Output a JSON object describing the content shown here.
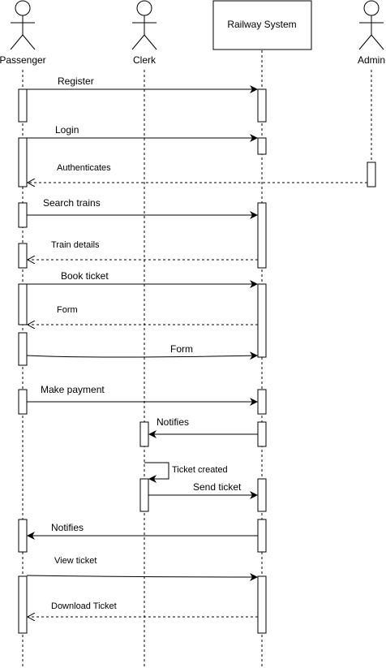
{
  "participants": [
    {
      "id": "passenger",
      "label": "Passenger",
      "kind": "actor"
    },
    {
      "id": "clerk",
      "label": "Clerk",
      "kind": "actor"
    },
    {
      "id": "system",
      "label": "Railway System",
      "kind": "box"
    },
    {
      "id": "admin",
      "label": "Admin",
      "kind": "actor"
    }
  ],
  "messages": [
    {
      "id": "register",
      "label": "Register",
      "from": "passenger",
      "to": "system",
      "style": "sync"
    },
    {
      "id": "login",
      "label": "Login",
      "from": "passenger",
      "to": "system",
      "style": "sync"
    },
    {
      "id": "authenticates",
      "label": "Authenticates",
      "from": "admin",
      "to": "passenger",
      "style": "reply"
    },
    {
      "id": "search-trains",
      "label": "Search trains",
      "from": "passenger",
      "to": "system",
      "style": "sync"
    },
    {
      "id": "train-details",
      "label": "Train details",
      "from": "system",
      "to": "passenger",
      "style": "reply"
    },
    {
      "id": "book-ticket",
      "label": "Book ticket",
      "from": "passenger",
      "to": "system",
      "style": "sync"
    },
    {
      "id": "form-reply",
      "label": "Form",
      "from": "system",
      "to": "passenger",
      "style": "reply"
    },
    {
      "id": "form-submit",
      "label": "Form",
      "from": "passenger",
      "to": "system",
      "style": "sync"
    },
    {
      "id": "make-payment",
      "label": "Make payment",
      "from": "passenger",
      "to": "system",
      "style": "sync"
    },
    {
      "id": "notifies-clerk",
      "label": "Notifies",
      "from": "system",
      "to": "clerk",
      "style": "sync"
    },
    {
      "id": "ticket-created",
      "label": "Ticket created",
      "from": "clerk",
      "to": "clerk",
      "style": "self"
    },
    {
      "id": "send-ticket",
      "label": "Send ticket",
      "from": "clerk",
      "to": "system",
      "style": "sync"
    },
    {
      "id": "notifies-passenger",
      "label": "Notifies",
      "from": "system",
      "to": "passenger",
      "style": "sync"
    },
    {
      "id": "view-ticket",
      "label": "View ticket",
      "from": "passenger",
      "to": "system",
      "style": "sync"
    },
    {
      "id": "download-ticket",
      "label": "Download Ticket",
      "from": "system",
      "to": "passenger",
      "style": "reply"
    }
  ]
}
